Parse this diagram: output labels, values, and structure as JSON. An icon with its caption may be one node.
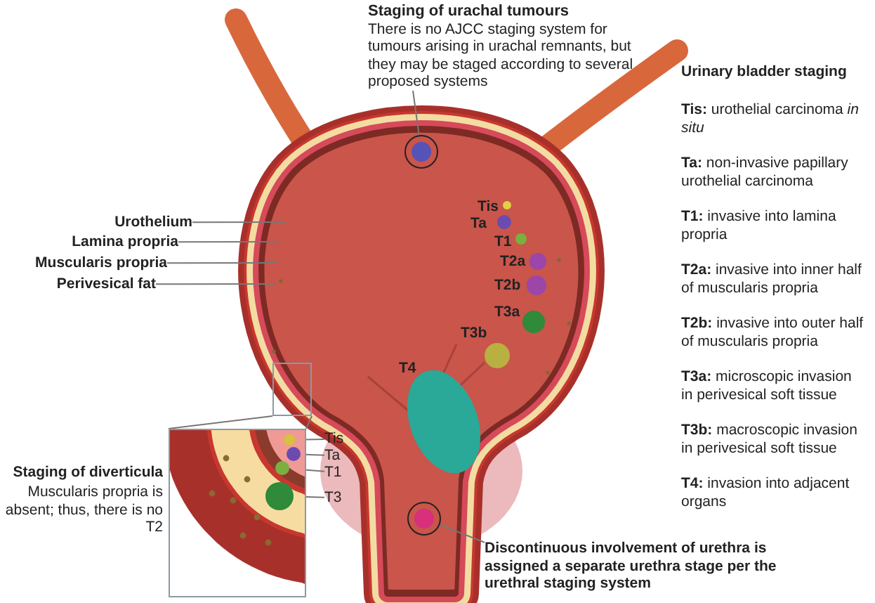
{
  "diagram": {
    "nodes": [
      {
        "text": [
          "Staging of urachal tumours",
          "There is no AJCC staging system for tumours arising in urachal remnants, but they may be staged according to several proposed systems"
        ]
      },
      {
        "text": [],
        "shape": "circle"
      },
      {
        "text": [
          "Urothelium"
        ]
      },
      {
        "text": [
          "Lamina propria"
        ]
      },
      {
        "text": [
          "Muscularis propria"
        ]
      },
      {
        "text": [
          "Perivesical fat"
        ]
      },
      {
        "text": [],
        "shape": "box"
      },
      {
        "text": [],
        "shape": "box",
        "beside": [
          "Staging of diverticula",
          "Muscularis propria is absent; thus, there is no T2"
        ]
      },
      {
        "text": [
          "Tis"
        ]
      },
      {
        "text": [
          "Ta"
        ]
      },
      {
        "text": [
          "T1"
        ]
      },
      {
        "text": [
          "T3"
        ]
      },
      {
        "text": [],
        "shape": "circle"
      },
      {
        "text": [
          "Discontinuous involvement of urethra is assigned a separate urethra stage per the urethral staging system"
        ]
      },
      {
        "text": [],
        "shape": "circle",
        "in": 7
      },
      {
        "text": [],
        "shape": "circle",
        "in": 7
      },
      {
        "text": [],
        "shape": "circle",
        "in": 7
      },
      {
        "text": [],
        "shape": "circle",
        "in": 7
      }
    ],
    "edges": [
      {
        "from": 0,
        "to": 1,
        "arrow": "none"
      },
      {
        "from": 2,
        "to": null,
        "arrow": "none"
      },
      {
        "from": 3,
        "to": null,
        "arrow": "none"
      },
      {
        "from": 4,
        "to": null,
        "arrow": "none"
      },
      {
        "from": 5,
        "to": null,
        "arrow": "none"
      },
      {
        "from": 6,
        "to": 7,
        "arrow": "none"
      },
      {
        "from": 6,
        "to": 7,
        "arrow": "none"
      },
      {
        "from": 8,
        "to": 14,
        "arrow": "none"
      },
      {
        "from": 9,
        "to": 15,
        "arrow": "none"
      },
      {
        "from": 10,
        "to": 16,
        "arrow": "none"
      },
      {
        "from": 11,
        "to": 17,
        "arrow": "none"
      },
      {
        "from": 13,
        "to": 12,
        "arrow": "none"
      }
    ],
    "labels": [
      "Tis",
      "Ta",
      "T1",
      "T2a",
      "T2b",
      "T3a",
      "T3b",
      "T4",
      "Urinary bladder staging",
      "**Tis:** urothelial carcinoma *in situ*",
      "**Ta:** non-invasive papillary urothelial carcinoma",
      "**T1:** invasive into lamina propria",
      "**T2a:** invasive into inner half of muscularis propria",
      "**T2b:** invasive into outer half of muscularis propria",
      "**T3a:** microscopic invasion in perivesical soft tissue",
      "**T3b:** macroscopic invasion in perivesical soft tissue",
      "**T4:** invasion into adjacent organs"
    ]
  }
}
